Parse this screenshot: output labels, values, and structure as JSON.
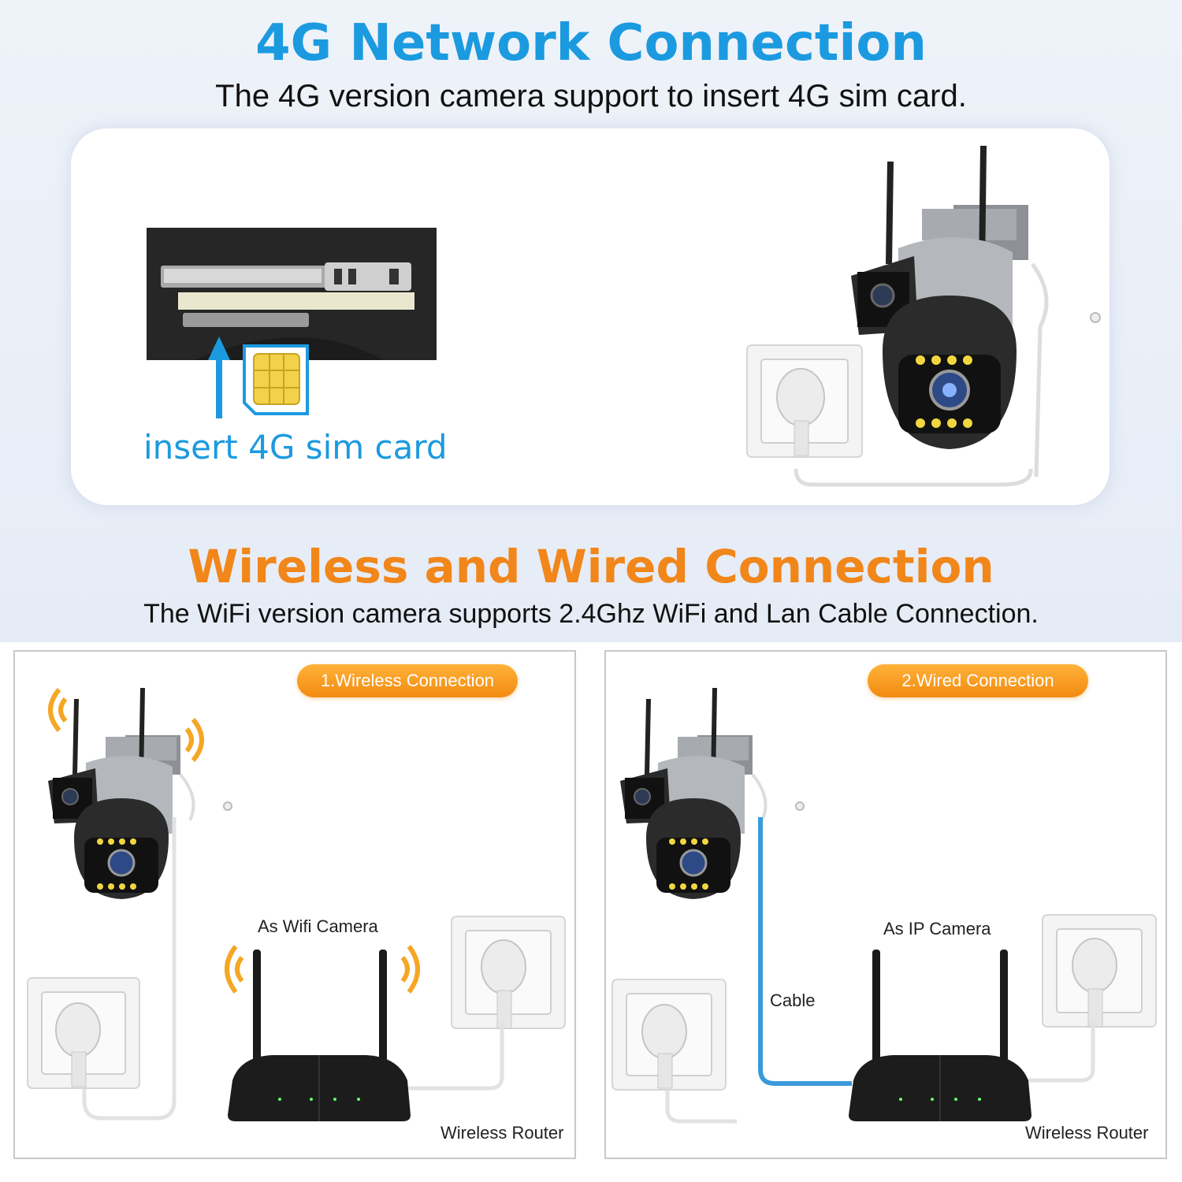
{
  "colors": {
    "blue": "#1b9ae0",
    "orange": "#f1861a",
    "cable": "#3a9ad9"
  },
  "section_4g": {
    "title": "4G Network Connection",
    "subtitle": "The 4G version camera support to insert 4G sim card.",
    "sim_caption": "insert 4G sim card"
  },
  "section_wifi": {
    "title": "Wireless and Wired Connection",
    "subtitle": "The WiFi version camera supports 2.4Ghz WiFi and Lan Cable Connection."
  },
  "panel_wireless": {
    "badge": "1.Wireless Connection",
    "camera_label": "As Wifi Camera",
    "router_label": "Wireless Router"
  },
  "panel_wired": {
    "badge": "2.Wired Connection",
    "camera_label": "As IP Camera",
    "cable_label": "Cable",
    "router_label": "Wireless Router"
  },
  "icons": [
    "camera-icon",
    "router-icon",
    "wall-socket-icon",
    "sim-card-icon",
    "up-arrow-icon",
    "wifi-signal-icon"
  ]
}
